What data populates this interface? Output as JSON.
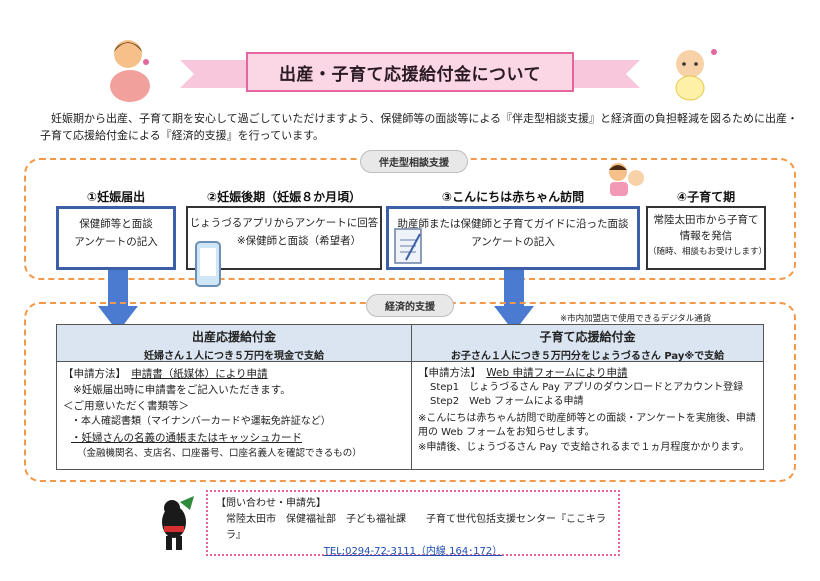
{
  "title": "出産・子育て応援給付金について",
  "intro": "妊娠期から出産、子育て期を安心して過ごしていただけますよう、保健師等の面談等による『伴走型相談支援』と経済面の負担軽減を図るために出産・子育て応援給付金による『経済的支援』を行っています。",
  "section1": {
    "label": "伴走型相談支援",
    "steps": [
      {
        "title": "①妊娠届出",
        "lines": [
          "保健師等と面談",
          "アンケートの記入"
        ]
      },
      {
        "title": "②妊娠後期（妊娠８か月頃）",
        "lines": [
          "じょうづるアプリからアンケートに回答",
          "※保健師と面談（希望者）"
        ]
      },
      {
        "title": "③こんにちは赤ちゃん訪問",
        "lines": [
          "助産師または保健師と子育てガイドに沿った面談",
          "アンケートの記入"
        ]
      },
      {
        "title": "④子育て期",
        "lines": [
          "常陸太田市から子育て",
          "情報を発信",
          "（随時、相談もお受けします）"
        ]
      }
    ]
  },
  "section2": {
    "label": "経済的支援",
    "note": "※市内加盟店で使用できるデジタル通貨",
    "left": {
      "title": "出産応援給付金",
      "subtitle": "妊婦さん１人につき５万円を現金で支給",
      "method_label": "【申請方法】",
      "method": "申請書（紙媒体）により申請",
      "lines": [
        "※妊娠届出時に申請書をご記入いただきます。",
        "＜ご用意いただく書類等＞",
        "・本人確認書類（マイナンバーカードや運転免許証など）",
        "・妊婦さんの名義の通帳またはキャッシュカード",
        "（金融機関名、支店名、口座番号、口座名義人を確認できるもの）"
      ]
    },
    "right": {
      "title": "子育て応援給付金",
      "subtitle": "お子さん１人につき５万円分をじょうづるさん Pay※で支給",
      "method_label": "【申請方法】",
      "method": "Web 申請フォームにより申請",
      "lines": [
        "Step1　じょうづるさん Pay アプリのダウンロードとアカウント登録",
        "Step2　Web フォームによる申請",
        "※こんにちは赤ちゃん訪問で助産師等との面談・アンケートを実施後、申請用の Web フォームをお知らせします。",
        "※申請後、じょうづるさん Pay で支給されるまで１ヵ月程度かかります。"
      ]
    }
  },
  "contact": {
    "heading": "【問い合わせ・申請先】",
    "org": "常陸太田市　保健福祉部　子ども福祉課　　子育て世代包括支援センター『ここキララ』",
    "tel": "TEL:0294-72-3111（内線 164･172）"
  },
  "colors": {
    "pink": "#e5669c",
    "orange": "#f29a4a",
    "blue": "#3c5fa8",
    "header_blue": "#dbe5f1"
  }
}
